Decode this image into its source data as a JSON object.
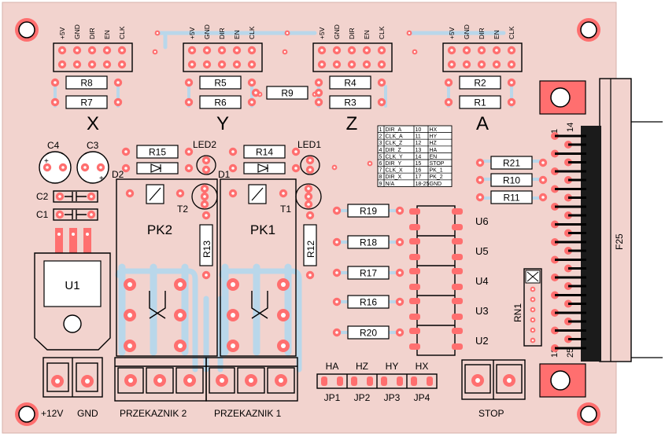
{
  "board": {
    "color": "#f2d3ce",
    "trace_color": "#b9d7ea",
    "pad_color": "#ff6f6f",
    "silk_color": "#000000"
  },
  "connectors": [
    {
      "axis": "X",
      "pins": [
        "+5V",
        "GND",
        "DIR",
        "EN",
        "CLK"
      ]
    },
    {
      "axis": "Y",
      "pins": [
        "+5V",
        "GND",
        "DIR",
        "EN",
        "CLK"
      ]
    },
    {
      "axis": "Z",
      "pins": [
        "+5V",
        "GND",
        "DIR",
        "EN",
        "CLK"
      ]
    },
    {
      "axis": "A",
      "pins": [
        "+5V",
        "GND",
        "DIR",
        "EN",
        "CLK"
      ]
    }
  ],
  "resistors": {
    "r1": "R1",
    "r2": "R2",
    "r3": "R3",
    "r4": "R4",
    "r5": "R5",
    "r6": "R6",
    "r7": "R7",
    "r8": "R8",
    "r9": "R9",
    "r10": "R10",
    "r11": "R11",
    "r12": "R12",
    "r13": "R13",
    "r14": "R14",
    "r15": "R15",
    "r16": "R16",
    "r17": "R17",
    "r18": "R18",
    "r19": "R19",
    "r20": "R20",
    "r21": "R21"
  },
  "capacitors": {
    "c1": "C1",
    "c2": "C2",
    "c3": "C3",
    "c4": "C4"
  },
  "leds": {
    "led1": "LED1",
    "led2": "LED2"
  },
  "diodes": {
    "d1": "D1",
    "d2": "D2"
  },
  "transistors": {
    "t1": "T1",
    "t2": "T2"
  },
  "relays": {
    "pk1": "PK1",
    "pk2": "PK2"
  },
  "regulator": "U1",
  "optos": [
    "U6",
    "U5",
    "U4",
    "U3",
    "U2"
  ],
  "resistor_network": "RN1",
  "port": {
    "name": "F25",
    "pin1": "1",
    "pin14": "14",
    "pin13": "13",
    "pin25": "25"
  },
  "pin_table": [
    [
      "1",
      "DIR_A",
      "10",
      "HX"
    ],
    [
      "2",
      "CLK_A",
      "11",
      "HY"
    ],
    [
      "3",
      "CLK_Z",
      "12",
      "HZ"
    ],
    [
      "4",
      "DIR_Z",
      "13",
      "HA"
    ],
    [
      "5",
      "CLK_Y",
      "14",
      "EN"
    ],
    [
      "6",
      "DIR_Y",
      "15",
      "STOP"
    ],
    [
      "7",
      "CLK_X",
      "16",
      "PK_1"
    ],
    [
      "8",
      "DIR_X",
      "17",
      "PK_2"
    ],
    [
      "9",
      "N/A",
      "18-25",
      "GND"
    ]
  ],
  "jumpers": [
    {
      "top": "HA",
      "bottom": "JP1"
    },
    {
      "top": "HZ",
      "bottom": "JP2"
    },
    {
      "top": "HY",
      "bottom": "JP3"
    },
    {
      "top": "HX",
      "bottom": "JP4"
    }
  ],
  "bottom_labels": {
    "v12": "+12V",
    "gnd": "GND",
    "pk2": "PRZEKAZNIK 2",
    "pk1": "PRZEKAZNIK 1",
    "stop": "STOP"
  }
}
